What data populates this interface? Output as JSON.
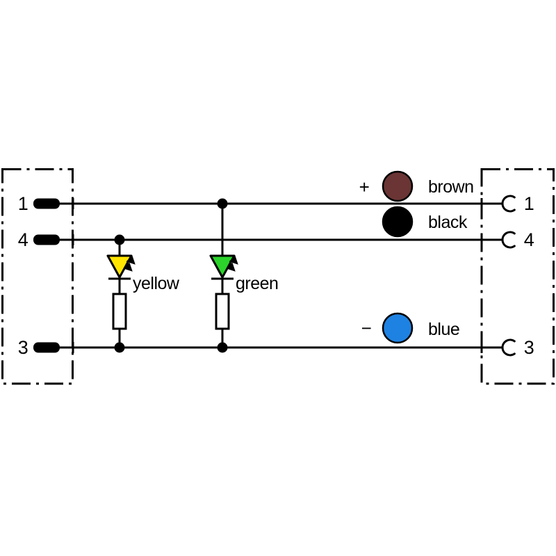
{
  "colors": {
    "line": "#000000",
    "background": "#ffffff"
  },
  "left_connector": {
    "pins": [
      {
        "label": "1"
      },
      {
        "label": "4"
      },
      {
        "label": "3"
      }
    ]
  },
  "right_connector": {
    "pins": [
      {
        "label": "1"
      },
      {
        "label": "4"
      },
      {
        "label": "3"
      }
    ]
  },
  "legend": [
    {
      "polarity": "+",
      "label": "brown",
      "color": "#6a3534"
    },
    {
      "polarity": "",
      "label": "black",
      "color": "#000000"
    },
    {
      "polarity": "−",
      "label": "blue",
      "color": "#1e82e2"
    }
  ],
  "leds": [
    {
      "label": "yellow",
      "color": "#ffe500"
    },
    {
      "label": "green",
      "color": "#2bd32b"
    }
  ]
}
